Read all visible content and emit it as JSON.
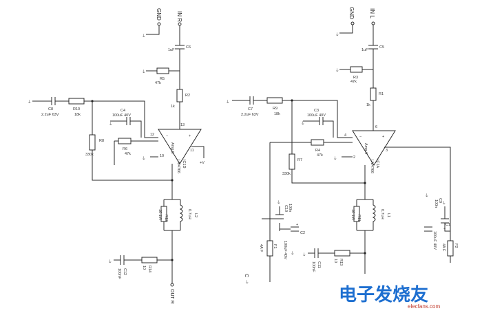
{
  "left_channel": {
    "input": "IN R",
    "gnd_in": "GND",
    "c_in": "C6",
    "c_in_val": "1uF",
    "r_bias": "R5",
    "r_bias_val": "47k",
    "r_in": "R2",
    "r_in_val": "1k",
    "c_fb_ext": "C8",
    "c_fb_ext_val": "2.2uF 63V",
    "r_fb_ext": "R10",
    "r_fb_ext_val": "18k",
    "c_fb": "C4",
    "c_fb_val": "100uF 40V",
    "r_fb": "R6",
    "r_fb_val": "47k",
    "r_pd": "R8",
    "r_pd_val": "330k",
    "ic": "IC1D",
    "ic_type": "LM4766",
    "amp": "Amp B",
    "pin_a": "12",
    "pin_b": "13",
    "pin_c": "11",
    "pin_d": "10",
    "coil": "L2",
    "coil_val": "0.7uH",
    "r_damp": "R12",
    "r_damp_val": "10 1W",
    "r_zob": "R14",
    "r_zob_val": "10",
    "c_zob": "C12",
    "c_zob_val": "100nF",
    "output": "OUT R"
  },
  "right_channel": {
    "input": "IN L",
    "gnd_in": "GND",
    "c_in": "C5",
    "c_in_val": "1uF",
    "r_bias": "R3",
    "r_bias_val": "47k",
    "r_in": "R1",
    "r_in_val": "1k",
    "c_fb_ext": "C7",
    "c_fb_ext_val": "2.2uF 63V",
    "r_fb_ext": "R9",
    "r_fb_ext_val": "18k",
    "c_fb": "C3",
    "c_fb_val": "100uF 40V",
    "r_fb": "R4",
    "r_fb_val": "47k",
    "r_pd": "R7",
    "r_pd_val": "330k",
    "ic": "IC1A",
    "ic_type": "LM4766",
    "amp": "Amp A",
    "pin_a": "4",
    "pin_b": "6",
    "pin_c": "3",
    "pin_d": "2",
    "coil": "L1",
    "coil_val": "0.7uH",
    "r_damp": "R11",
    "r_damp_val": "10 1W",
    "r_zob": "R13",
    "r_zob_val": "10",
    "c_zob": "C11",
    "c_zob_val": "100nF",
    "c_sup1": "C10",
    "c_sup1_val": "100n",
    "c_sup1e": "C2",
    "c_sup1e_val": "100uF 40V",
    "c_sup2": "C9",
    "c_sup2_val": "100n",
    "c_sup2e": "C1",
    "c_sup2e_val": "100uF 40V",
    "fuse1": "F1",
    "fuse1_val": "4A F",
    "fuse2": "F2",
    "fuse2_val": "4A F",
    "output": "C"
  },
  "watermark": "电子发烧友",
  "watermark_sub": "elecfans.com",
  "colors": {
    "wire": "#2a2a2a",
    "watermark": "#1e6fd0"
  }
}
